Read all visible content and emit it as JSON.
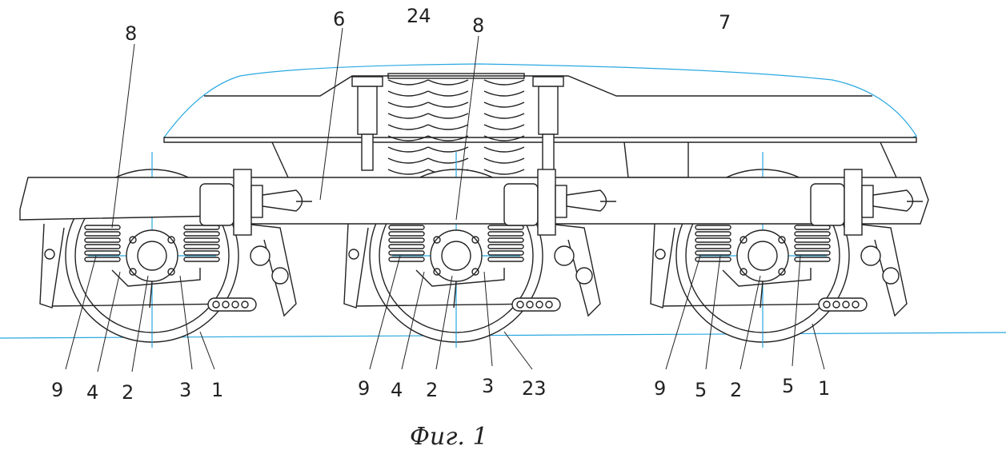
{
  "figure": {
    "caption": "Фиг. 1",
    "top_labels": [
      "8",
      "6",
      "24",
      "8",
      "7"
    ],
    "bottom_labels": [
      [
        "9",
        "4",
        "2",
        "3",
        "1"
      ],
      [
        "9",
        "4",
        "2",
        "3",
        "23"
      ],
      [
        "9",
        "5",
        "2",
        "5",
        "1"
      ]
    ]
  },
  "colors": {
    "line": "#222222",
    "construction": "#29a8e0"
  }
}
